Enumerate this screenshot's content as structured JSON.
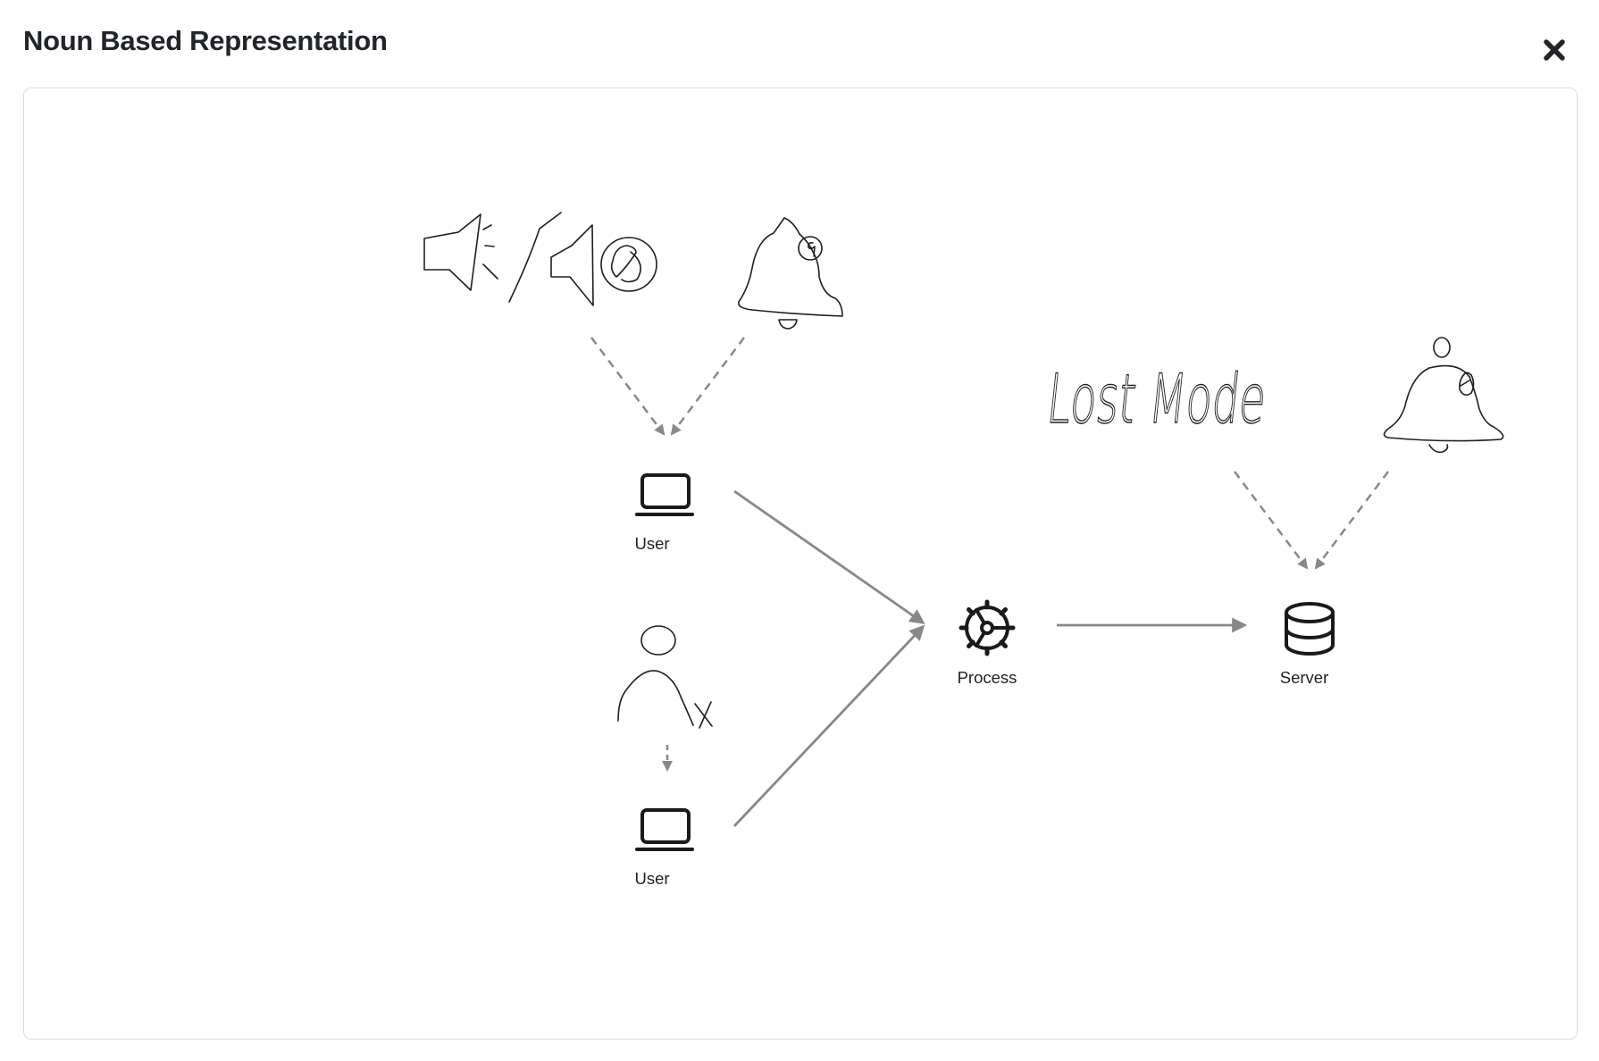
{
  "modal": {
    "title": "Noun Based Representation",
    "close_icon": "close-icon"
  },
  "diagram": {
    "nodes": [
      {
        "id": "user-top",
        "label": "User",
        "icon": "laptop-icon"
      },
      {
        "id": "user-bottom",
        "label": "User",
        "icon": "laptop-icon"
      },
      {
        "id": "process",
        "label": "Process",
        "icon": "gear-icon"
      },
      {
        "id": "server",
        "label": "Server",
        "icon": "database-icon"
      }
    ],
    "sketches": [
      {
        "id": "sound-mute",
        "icon": "speaker-mute-sketch-icon"
      },
      {
        "id": "bell-top",
        "icon": "notification-bell-sketch-icon"
      },
      {
        "id": "lost-mode",
        "text": "Lost Mode"
      },
      {
        "id": "bell-right",
        "icon": "alarm-bell-sketch-icon"
      },
      {
        "id": "person",
        "icon": "person-sketch-icon"
      }
    ],
    "edge_colors": {
      "solid": "#888888",
      "dashed": "#888888"
    }
  }
}
